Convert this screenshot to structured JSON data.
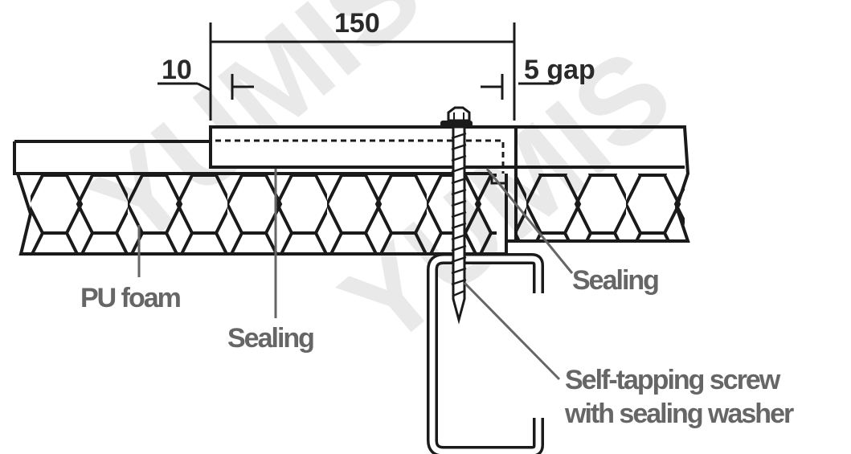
{
  "watermark": "YUMIS",
  "dimensions": {
    "overlap": "150",
    "edge_offset": "10",
    "gap": "5 gap"
  },
  "labels": {
    "pu_foam": "PU foam",
    "sealing_bottom": "Sealing",
    "sealing_right": "Sealing",
    "screw_line1": "Self-tapping screw",
    "screw_line2": "with sealing washer"
  },
  "colors": {
    "line": "#1a1a1a",
    "callout": "#666666",
    "watermark": "#e9e9e9"
  }
}
